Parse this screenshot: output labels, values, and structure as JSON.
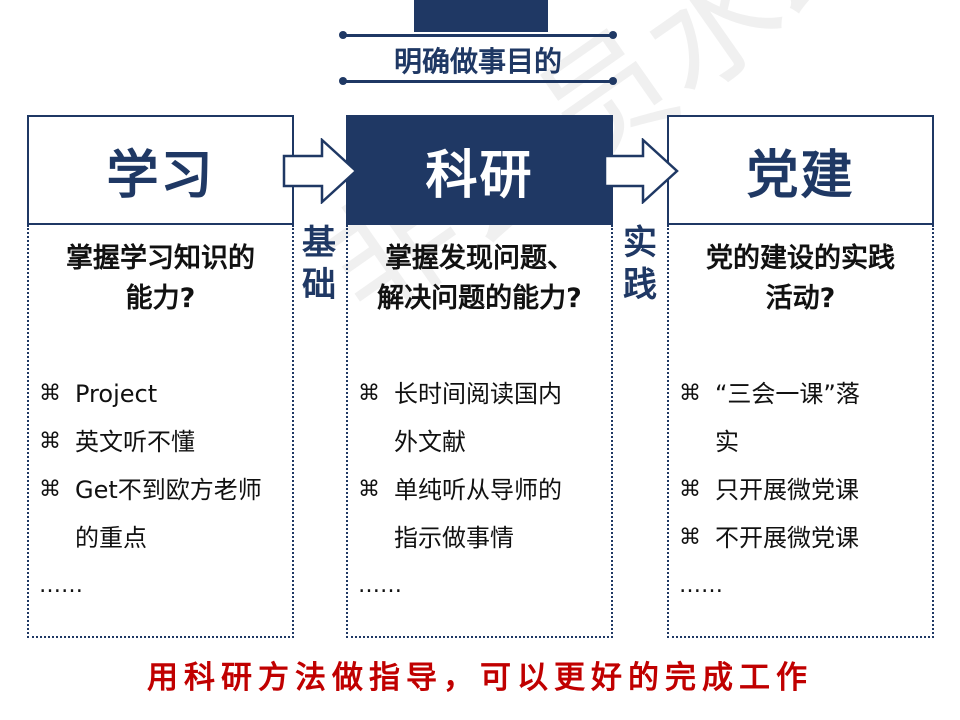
{
  "title": "明确做事目的",
  "columns": [
    {
      "heading": "学习",
      "question_line1": "掌握学习知识的",
      "question_line2": "能力?",
      "items": [
        "Project",
        "英文听不懂",
        "Get不到欧方老师",
        "的重点"
      ],
      "ellipsis": "……"
    },
    {
      "heading": "科研",
      "question_line1": "掌握发现问题、",
      "question_line2": "解决问题的能力?",
      "items": [
        "长时间阅读国内",
        "外文献",
        "单纯听从导师的",
        "指示做事情"
      ],
      "ellipsis": "……"
    },
    {
      "heading": "党建",
      "question_line1": "党的建设的实践",
      "question_line2": "活动?",
      "items": [
        "“三会一课”落",
        "实",
        "只开展微党课",
        "不开展微党课"
      ],
      "ellipsis": "……"
    }
  ],
  "connectors": {
    "left": [
      "基",
      "础"
    ],
    "right": [
      "实",
      "践"
    ]
  },
  "bullet_symbol": "⌘",
  "bottom_text": "用科研方法做指导，可以更好的完成工作",
  "watermark": "非会员水印",
  "colors": {
    "navy": "#1f3864",
    "red": "#c00000"
  }
}
